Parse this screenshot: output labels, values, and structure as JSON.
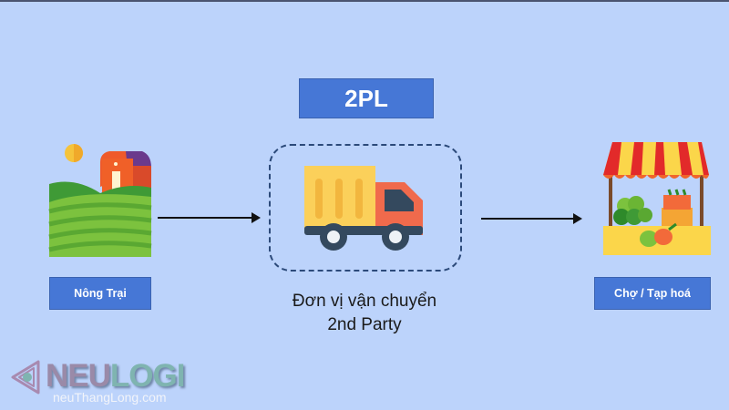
{
  "diagram": {
    "title": "2PL",
    "nodes": [
      {
        "id": "farm",
        "label": "Nông Trại",
        "icon": "farm-icon"
      },
      {
        "id": "carrier",
        "label": "Đơn vị vận chuyển",
        "sublabel": "2nd Party",
        "icon": "truck-icon"
      },
      {
        "id": "market",
        "label": "Chợ / Tạp hoá",
        "icon": "market-stall-icon"
      }
    ],
    "edges": [
      {
        "from": "farm",
        "to": "carrier"
      },
      {
        "from": "carrier",
        "to": "market"
      }
    ]
  },
  "watermark": {
    "brand_part1": "NEU",
    "brand_part2": "LOGI",
    "url": "neuThangLong.com"
  },
  "colors": {
    "background": "#bcd3fb",
    "label_box": "#4677d6",
    "dashed_border": "#2c4a7a"
  }
}
